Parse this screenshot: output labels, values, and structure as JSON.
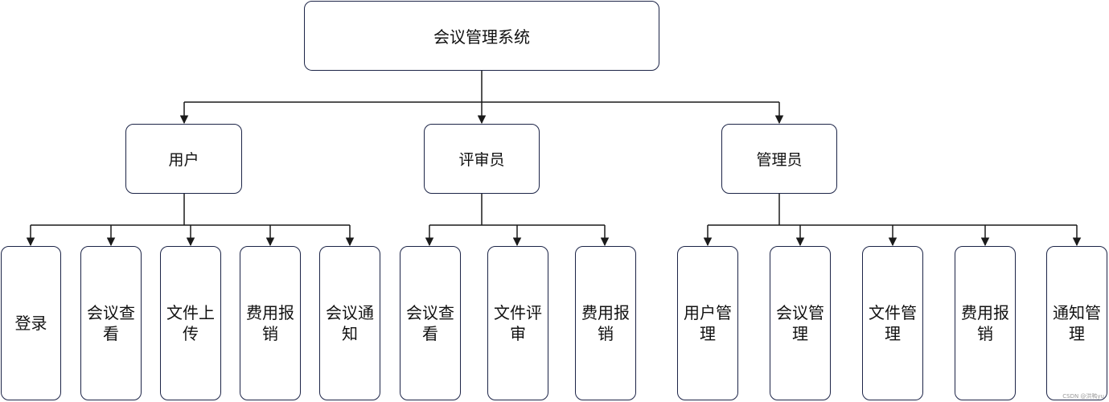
{
  "root": {
    "label": "会议管理系统"
  },
  "groups": [
    {
      "label": "用户",
      "children": [
        "登录",
        "会议查看",
        "文件上传",
        "费用报销",
        "会议通知"
      ]
    },
    {
      "label": "评审员",
      "children": [
        "会议查看",
        "文件评审",
        "费用报销"
      ]
    },
    {
      "label": "管理员",
      "children": [
        "用户管理",
        "会议管理",
        "文件管理",
        "费用报销",
        "通知管理"
      ]
    }
  ],
  "watermark": "CSDN @洪鸭yu",
  "colors": {
    "border": "#1c2447",
    "line": "#1a1a1a",
    "text": "#111111"
  }
}
